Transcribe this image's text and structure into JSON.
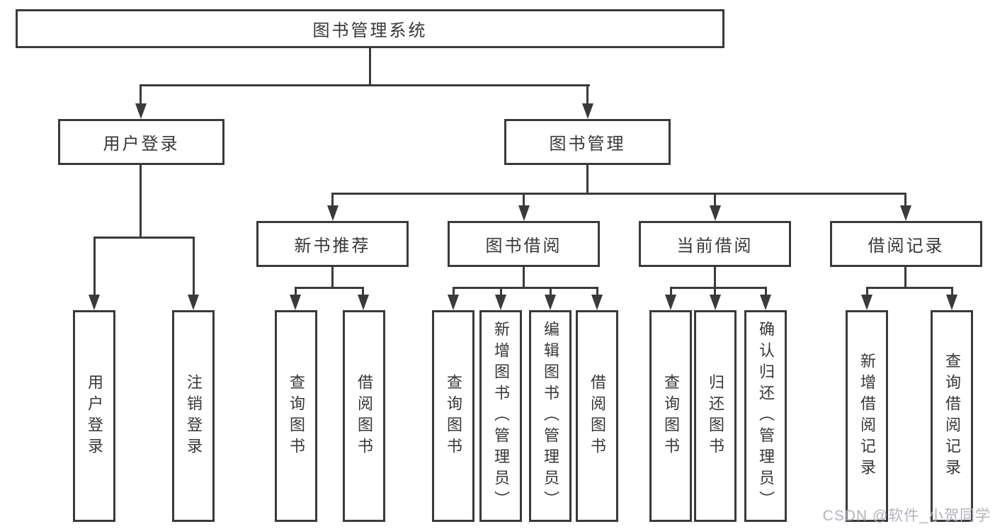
{
  "colors": {
    "line": "#3a3a3a",
    "text": "#373737",
    "watermark": "#abb0b8",
    "background": "#ffffff"
  },
  "watermark": "CSDN @软件_小贺同学",
  "tree": {
    "label": "图书管理系统",
    "children": [
      {
        "label": "用户登录",
        "children": [
          {
            "label": "用户登录"
          },
          {
            "label": "注销登录"
          }
        ]
      },
      {
        "label": "图书管理",
        "children": [
          {
            "label": "新书推荐",
            "children": [
              {
                "label": "查询图书"
              },
              {
                "label": "借阅图书"
              }
            ]
          },
          {
            "label": "图书借阅",
            "children": [
              {
                "label": "查询图书"
              },
              {
                "label": "新增图书（管理员）"
              },
              {
                "label": "编辑图书（管理员）"
              },
              {
                "label": "借阅图书"
              }
            ]
          },
          {
            "label": "当前借阅",
            "children": [
              {
                "label": "查询图书"
              },
              {
                "label": "归还图书"
              },
              {
                "label": "确认归还（管理员）"
              }
            ]
          },
          {
            "label": "借阅记录",
            "children": [
              {
                "label": "新增借阅记录"
              },
              {
                "label": "查询借阅记录"
              }
            ]
          }
        ]
      }
    ]
  }
}
